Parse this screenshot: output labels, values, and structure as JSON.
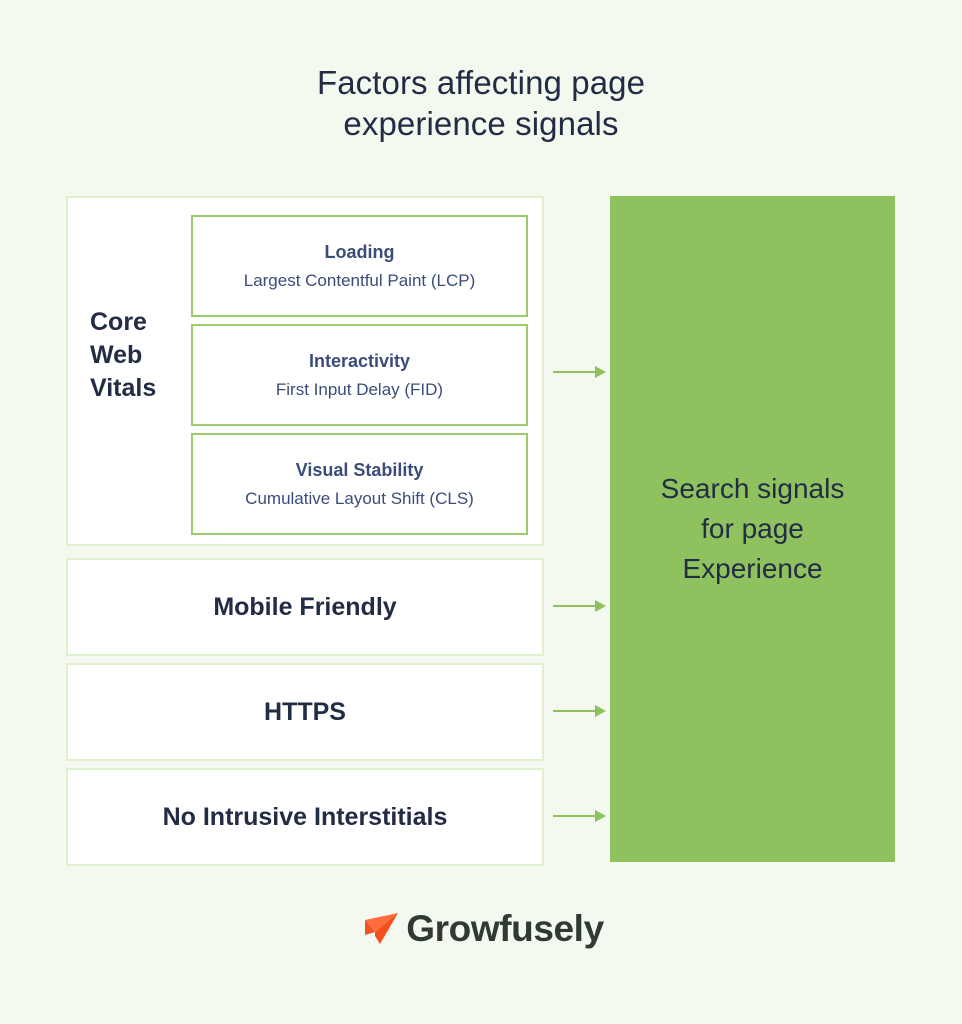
{
  "page": {
    "background_color": "#F3F9EF",
    "title_lines": [
      "Factors affecting page",
      "experience signals"
    ]
  },
  "diagram": {
    "core_web_vitals": {
      "label_lines": [
        "Core",
        "Web",
        "Vitals"
      ],
      "border_color": "#DFF0CE",
      "cards": [
        {
          "title": "Loading",
          "subtitle": "Largest Contentful Paint (LCP)",
          "border_color": "#9CCB6E"
        },
        {
          "title": "Interactivity",
          "subtitle": "First Input Delay (FID)",
          "border_color": "#9CCB6E"
        },
        {
          "title": "Visual Stability",
          "subtitle": "Cumulative Layout Shift (CLS)",
          "border_color": "#9CCB6E"
        }
      ]
    },
    "factors": [
      {
        "label": "Mobile Friendly"
      },
      {
        "label": "HTTPS"
      },
      {
        "label": "No Intrusive Interstitials"
      }
    ],
    "result": {
      "lines": [
        "Search signals",
        "for page",
        "Experience"
      ],
      "panel_color": "#8FC25F",
      "text_color": "#232C45"
    },
    "arrows": {
      "count": 4,
      "color": "#8FBF5E",
      "icon": "arrow-right-icon"
    }
  },
  "logo": {
    "brand": "Growfusely",
    "mark_icon": "paper-plane-icon",
    "mark_colors": [
      "#F4501E",
      "#FF6C3D"
    ],
    "text_color": "#2E3A33"
  }
}
